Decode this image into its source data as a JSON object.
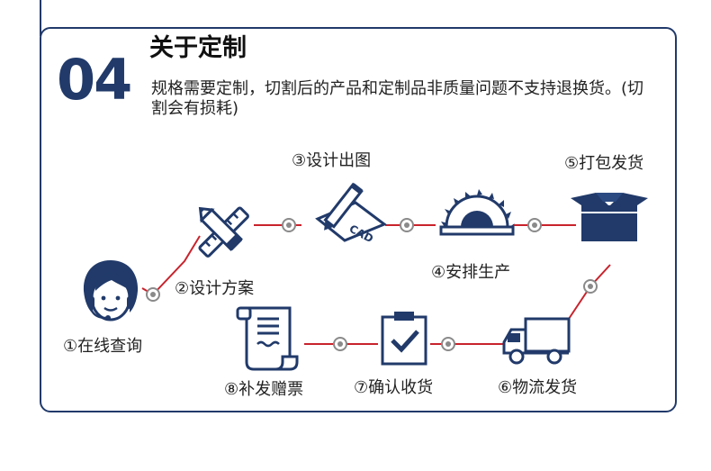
{
  "header": {
    "step_number": "04",
    "title": "关于定制",
    "description": "规格需要定制，切割后的产品和定制品非质量问题不支持退换货。(切割会有损耗)"
  },
  "colors": {
    "navy": "#213a6a",
    "connector_red": "#c8232c",
    "node_gray": "#888888"
  },
  "steps": [
    {
      "label": "①在线查询",
      "icon": "customer-service-agent-icon"
    },
    {
      "label": "②设计方案",
      "icon": "pencil-ruler-icon"
    },
    {
      "label": "③设计出图",
      "icon": "cad-drawing-icon"
    },
    {
      "label": "④安排生产",
      "icon": "saw-blade-icon"
    },
    {
      "label": "⑤打包发货",
      "icon": "package-box-icon"
    },
    {
      "label": "⑥物流发货",
      "icon": "delivery-truck-icon"
    },
    {
      "label": "⑦确认收货",
      "icon": "clipboard-check-icon"
    },
    {
      "label": "⑧补发赠票",
      "icon": "invoice-scroll-icon"
    }
  ],
  "cad_text": "CAD"
}
